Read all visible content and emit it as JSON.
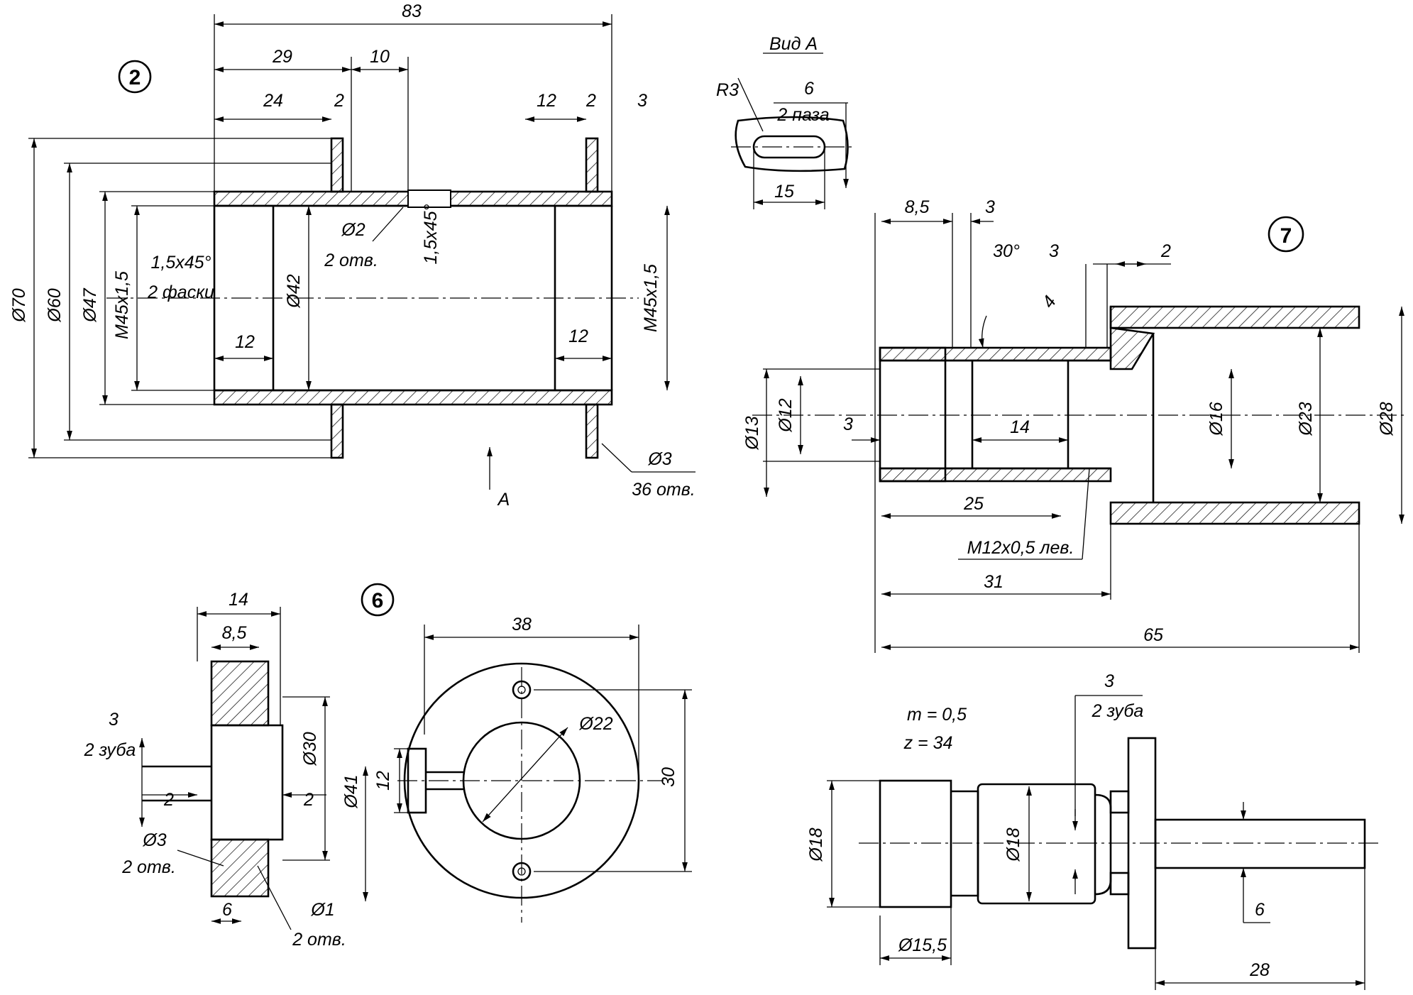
{
  "callouts": {
    "part2": "2",
    "part6": "6",
    "part7": "7"
  },
  "view_a": {
    "title": "Вид А",
    "r3": "R3",
    "slot_width": "6",
    "slot_count": "2 паза",
    "slot_length": "15"
  },
  "part2": {
    "dims": {
      "overall_length": "83",
      "d29": "29",
      "d10": "10",
      "d24": "24",
      "d2_left": "2",
      "d12_top": "12",
      "d2_right": "2",
      "d3_right": "3",
      "phi70": "Ø70",
      "phi60": "Ø60",
      "phi47": "Ø47",
      "m45_left": "M45x1,5",
      "m45_right": "M45x1,5",
      "phi42": "Ø42",
      "chamfer": "1,5x45°",
      "chamfer_count": "2 фаски",
      "chamfer2": "1,5x45°",
      "hole_phi2": "Ø2",
      "hole_phi2_count": "2 отв.",
      "d12_left": "12",
      "d12_right": "12",
      "hole_phi3": "Ø3",
      "hole_phi3_count": "36 отв.",
      "view_arrow": "A"
    }
  },
  "part7": {
    "dims": {
      "d8_5": "8,5",
      "d3_a": "3",
      "angle30": "30°",
      "d3_b": "3",
      "d2": "2",
      "d4": "4",
      "phi13": "Ø13",
      "phi12": "Ø12",
      "d3_c": "3",
      "d14": "14",
      "phi16": "Ø16",
      "phi23": "Ø23",
      "phi28": "Ø28",
      "d25": "25",
      "thread": "M12x0,5 лев.",
      "d31": "31",
      "d65": "65"
    }
  },
  "part6": {
    "dims": {
      "d14": "14",
      "d8_5": "8,5",
      "d3": "3",
      "tooth_count": "2 зуба",
      "d2_left": "2",
      "d2_right": "2",
      "phi30": "Ø30",
      "phi41": "Ø41",
      "hole_phi3": "Ø3",
      "hole_phi3_count": "2 отв.",
      "d6": "6",
      "hole_phi1": "Ø1",
      "hole_phi1_count": "2 отв.",
      "d38": "38",
      "phi22": "Ø22",
      "d12": "12",
      "d30": "30"
    }
  },
  "gear": {
    "module": "m = 0,5",
    "teeth": "z = 34",
    "d3": "3",
    "tooth_count": "2 зуба",
    "phi18_left": "Ø18",
    "phi18_mid": "Ø18",
    "phi15_5": "Ø15,5",
    "d6": "6",
    "d28": "28"
  }
}
